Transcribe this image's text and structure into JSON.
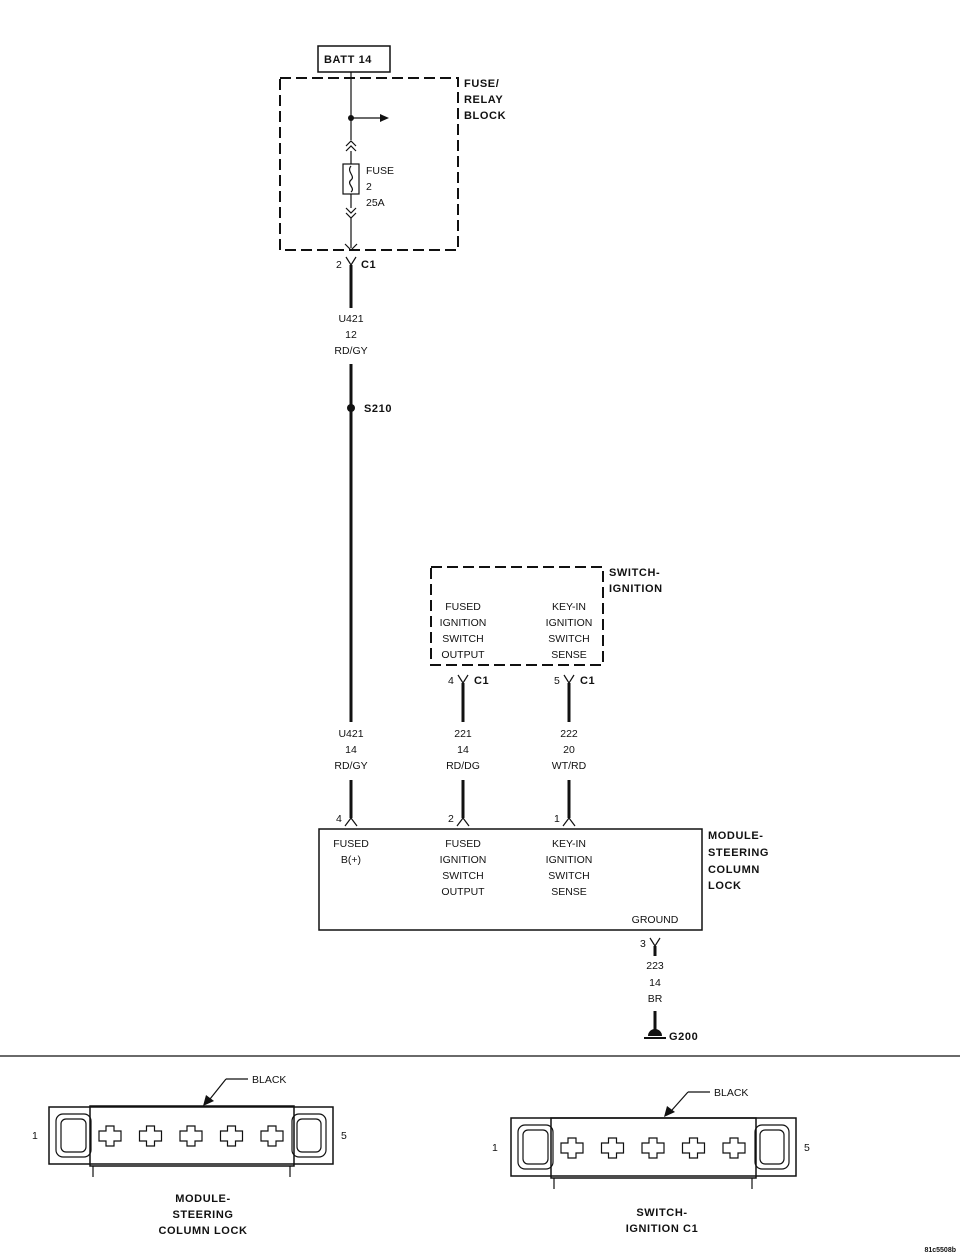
{
  "batt_label": "BATT 14",
  "fuse_block": {
    "title": [
      "FUSE/",
      "RELAY",
      "BLOCK"
    ],
    "fuse_text": [
      "FUSE",
      "2",
      "25A"
    ]
  },
  "connector_c1": {
    "pin": "2",
    "name": "C1"
  },
  "wire_top": {
    "circuit": "U421",
    "gauge": "12",
    "color": "RD/GY"
  },
  "splice": "S210",
  "ignition_switch": {
    "title": [
      "SWITCH-",
      "IGNITION"
    ],
    "left_text": [
      "FUSED",
      "IGNITION",
      "SWITCH",
      "OUTPUT"
    ],
    "right_text": [
      "KEY-IN",
      "IGNITION",
      "SWITCH",
      "SENSE"
    ],
    "pin_left": "4",
    "pin_right": "5",
    "connector": "C1"
  },
  "wires": [
    {
      "circuit": "U421",
      "gauge": "14",
      "color": "RD/GY",
      "pin": "4"
    },
    {
      "circuit": "221",
      "gauge": "14",
      "color": "RD/DG",
      "pin": "2"
    },
    {
      "circuit": "222",
      "gauge": "20",
      "color": "WT/RD",
      "pin": "1"
    }
  ],
  "module": {
    "title": [
      "MODULE-",
      "STEERING",
      "COLUMN",
      "LOCK"
    ],
    "col1": [
      "FUSED",
      "B(+)"
    ],
    "col2": [
      "FUSED",
      "IGNITION",
      "SWITCH",
      "OUTPUT"
    ],
    "col3": [
      "KEY-IN",
      "IGNITION",
      "SWITCH",
      "SENSE"
    ],
    "ground": "GROUND"
  },
  "ground_wire": {
    "pin": "3",
    "circuit": "223",
    "gauge": "14",
    "color": "BR",
    "ground": "G200"
  },
  "connector_views": [
    {
      "color": "BLACK",
      "pin_first": "1",
      "pin_last": "5",
      "caption": [
        "MODULE-",
        "STEERING",
        "COLUMN LOCK"
      ]
    },
    {
      "color": "BLACK",
      "pin_first": "1",
      "pin_last": "5",
      "caption": [
        "SWITCH-",
        "IGNITION C1"
      ]
    }
  ],
  "figure_id": "81c5508b"
}
